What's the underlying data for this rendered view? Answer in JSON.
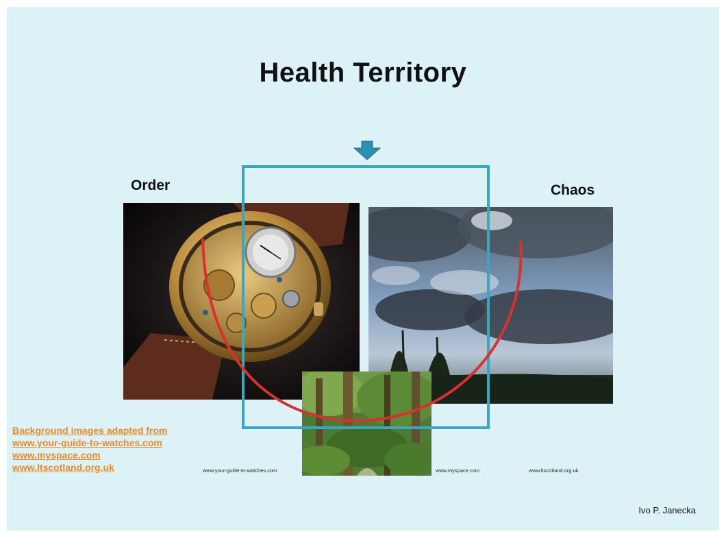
{
  "slide": {
    "title": "Health Territory",
    "left_label": "Order",
    "right_label": "Chaos",
    "author": "Ivo P. Janecka"
  },
  "credits": {
    "links": [
      "Background images adapted from",
      "www.your-guide-to-watches.com",
      " www.myspace.com",
      " www.ltscotland.org.uk"
    ]
  },
  "captions": {
    "watch": "www.your-guide-to-watches.com",
    "clouds": "www.myspace.com",
    "forest": "www.ltscotland.org.uk"
  },
  "colors": {
    "background": "#dcf2f7",
    "frame": "#3aa6bf",
    "arc": "#d93030",
    "link": "#e98a2a",
    "arrow": "#2b8fb0"
  },
  "images": {
    "watch": "watch-image",
    "clouds": "cloudy-sky-image",
    "forest": "forest-image"
  }
}
